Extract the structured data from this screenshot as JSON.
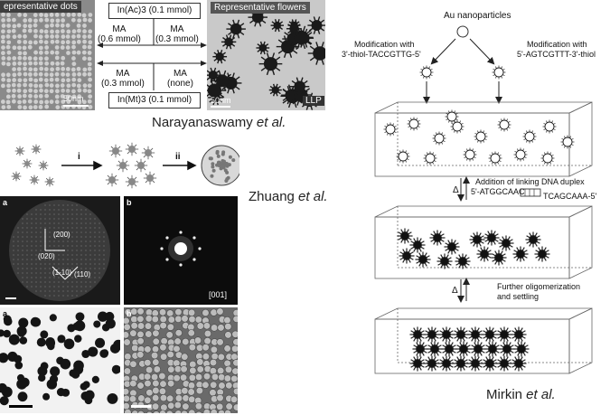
{
  "narayanaswamy": {
    "left_image_title": "epresentative dots",
    "left_scale": "50nm",
    "right_image_title": "Representative flowers",
    "right_scale": "50nm",
    "right_tag": "LLP",
    "top_reagent": "In(Ac)3 (0.1 mmol)",
    "top_left_ma": "MA\n(0.6 mmol)",
    "top_right_ma": "MA\n(0.3 mmol)",
    "bottom_left_ma": "MA\n(0.3 mmol)",
    "bottom_right_ma": "MA\n(none)",
    "bottom_reagent": "In(Mt)3 (0.1 mmol)",
    "caption_name": "Narayanaswamy",
    "caption_suffix": "et al."
  },
  "zhuang": {
    "step_i": "i",
    "step_ii": "ii",
    "panel_a": "a",
    "panel_b": "b",
    "panel_a2": "a",
    "panel_b2": "b",
    "axis_200": "(200)",
    "axis_020": "(020)",
    "axis_110a": "(1-10)",
    "axis_110b": "(110)",
    "zone": "[001]",
    "caption_name": "Zhuang",
    "caption_suffix": "et al."
  },
  "mirkin": {
    "title": "Au nanoparticles",
    "mod_left_1": "Modification with",
    "mod_left_2": "3'-thiol-TACCGTTG-5'",
    "mod_right_1": "Modification with",
    "mod_right_2": "5'-AGTCGTTT-3'-thiol",
    "step1_title": "Addition of linking DNA duplex",
    "step1_seq_left": "5'-ATGGCAAC",
    "step1_seq_right": "TCAGCAAA-5'",
    "delta1": "Δ",
    "step2_title": "Further oligomerization",
    "step2_sub": "and settling",
    "delta2": "Δ",
    "caption_name": "Mirkin",
    "caption_suffix": "et al."
  }
}
